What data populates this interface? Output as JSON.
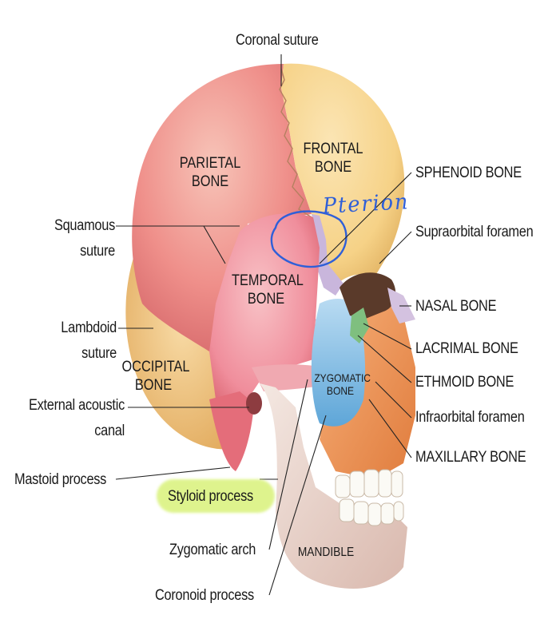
{
  "labels": {
    "coronal_suture": "Coronal suture",
    "parietal_bone": [
      "PARIETAL",
      "BONE"
    ],
    "frontal_bone": [
      "FRONTAL",
      "BONE"
    ],
    "sphenoid_bone": "SPHENOID BONE",
    "pterion": "Pterion",
    "squamous_suture": [
      "Squamous",
      "suture"
    ],
    "supraorbital_foramen": "Supraorbital foramen",
    "temporal_bone": [
      "TEMPORAL",
      "BONE"
    ],
    "nasal_bone": "NASAL BONE",
    "lambdoid_suture": [
      "Lambdoid",
      "suture"
    ],
    "lacrimal_bone": "LACRIMAL BONE",
    "occipital_bone": [
      "OCCIPITAL",
      "BONE"
    ],
    "zygomatic_bone": [
      "ZYGOMATIC",
      "BONE"
    ],
    "ethmoid_bone": "ETHMOID BONE",
    "external_acoustic_canal": [
      "External acoustic",
      "canal"
    ],
    "infraorbital_foramen": "Infraorbital foramen",
    "maxillary_bone": "MAXILLARY BONE",
    "mastoid_process": "Mastoid process",
    "styloid_process": "Styloid process",
    "mandible": "MANDIBLE",
    "zygomatic_arch": "Zygomatic arch",
    "coronoid_process": "Coronoid process"
  },
  "colors": {
    "parietal": "#ef8f8a",
    "frontal": "#f6d287",
    "temporal": "#f08e9c",
    "occipital": "#f1c786",
    "sphenoid": "#c9b6dc",
    "zygomatic": "#8ec4e8",
    "maxilla": "#f29a5c",
    "mandible": "#eedbd3",
    "lacrimal": "#7fbf7f",
    "pterion_ink": "#2f5fd8",
    "highlight": "#d9f27a"
  }
}
